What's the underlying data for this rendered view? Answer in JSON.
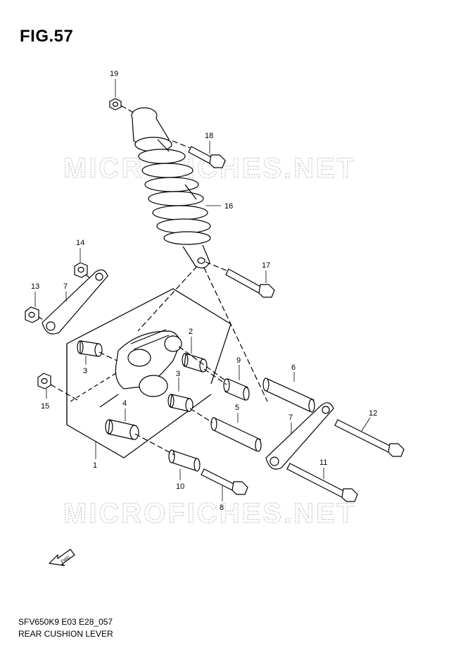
{
  "figure": {
    "title": "FIG.57",
    "model_code": "SFV650K9 E03 E28_057",
    "name": "REAR CUSHION LEVER",
    "fwd_label": "FWD"
  },
  "watermark": {
    "text": "MICROFICHES.NET"
  },
  "parts": [
    {
      "ref": "1"
    },
    {
      "ref": "2"
    },
    {
      "ref": "3a",
      "label": "3"
    },
    {
      "ref": "3b",
      "label": "3"
    },
    {
      "ref": "4"
    },
    {
      "ref": "5"
    },
    {
      "ref": "6"
    },
    {
      "ref": "7a",
      "label": "7"
    },
    {
      "ref": "7b",
      "label": "7"
    },
    {
      "ref": "8"
    },
    {
      "ref": "9"
    },
    {
      "ref": "10"
    },
    {
      "ref": "11"
    },
    {
      "ref": "12"
    },
    {
      "ref": "13"
    },
    {
      "ref": "14"
    },
    {
      "ref": "15"
    },
    {
      "ref": "16"
    },
    {
      "ref": "17"
    },
    {
      "ref": "18"
    },
    {
      "ref": "19"
    }
  ],
  "labels": {
    "p1": "1",
    "p2": "2",
    "p3a": "3",
    "p3b": "3",
    "p4": "4",
    "p5": "5",
    "p6": "6",
    "p7a": "7",
    "p7b": "7",
    "p8": "8",
    "p9": "9",
    "p10": "10",
    "p11": "11",
    "p12": "12",
    "p13": "13",
    "p14": "14",
    "p15": "15",
    "p16": "16",
    "p17": "17",
    "p18": "18",
    "p19": "19"
  }
}
